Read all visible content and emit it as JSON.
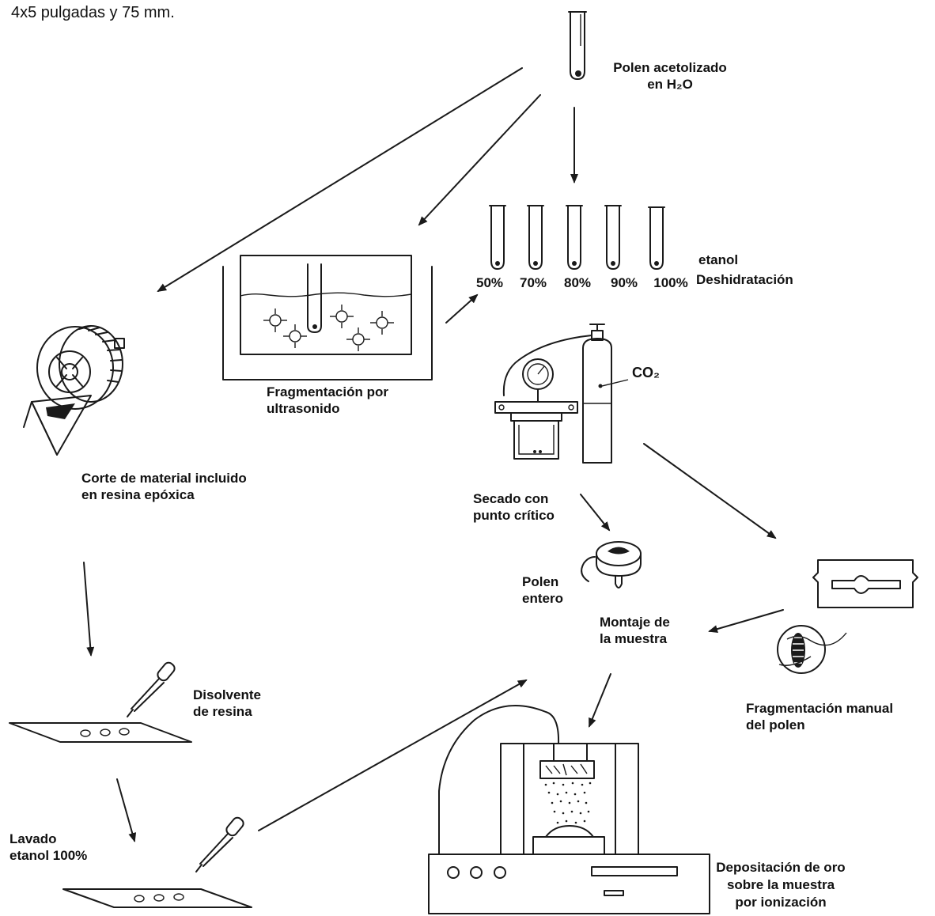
{
  "header_text": "4x5 pulgadas  y 75 mm.",
  "labels": {
    "polen_acetolizado_1": "Polen acetolizado",
    "polen_acetolizado_2": "en H₂O",
    "etanol": "etanol",
    "deshidratacion": "Deshidratación",
    "co2": "CO₂",
    "fragmentacion_ultrasonido_1": "Fragmentación por",
    "fragmentacion_ultrasonido_2": "ultrasonido",
    "corte_1": "Corte de material incluido",
    "corte_2": "en resina epóxica",
    "secado_1": "Secado con",
    "secado_2": "punto crítico",
    "polen_entero_1": "Polen",
    "polen_entero_2": "entero",
    "montaje_1": "Montaje de",
    "montaje_2": "la muestra",
    "fragmentacion_manual_1": "Fragmentación manual",
    "fragmentacion_manual_2": "del polen",
    "disolvente_1": "Disolvente",
    "disolvente_2": "de resina",
    "lavado_1": "Lavado",
    "lavado_2": "etanol 100%",
    "deposito_1": "Depositación de oro",
    "deposito_2": "sobre la muestra",
    "deposito_3": "por ionización"
  },
  "ethanol_concentrations": [
    "50%",
    "70%",
    "80%",
    "90%",
    "100%"
  ]
}
